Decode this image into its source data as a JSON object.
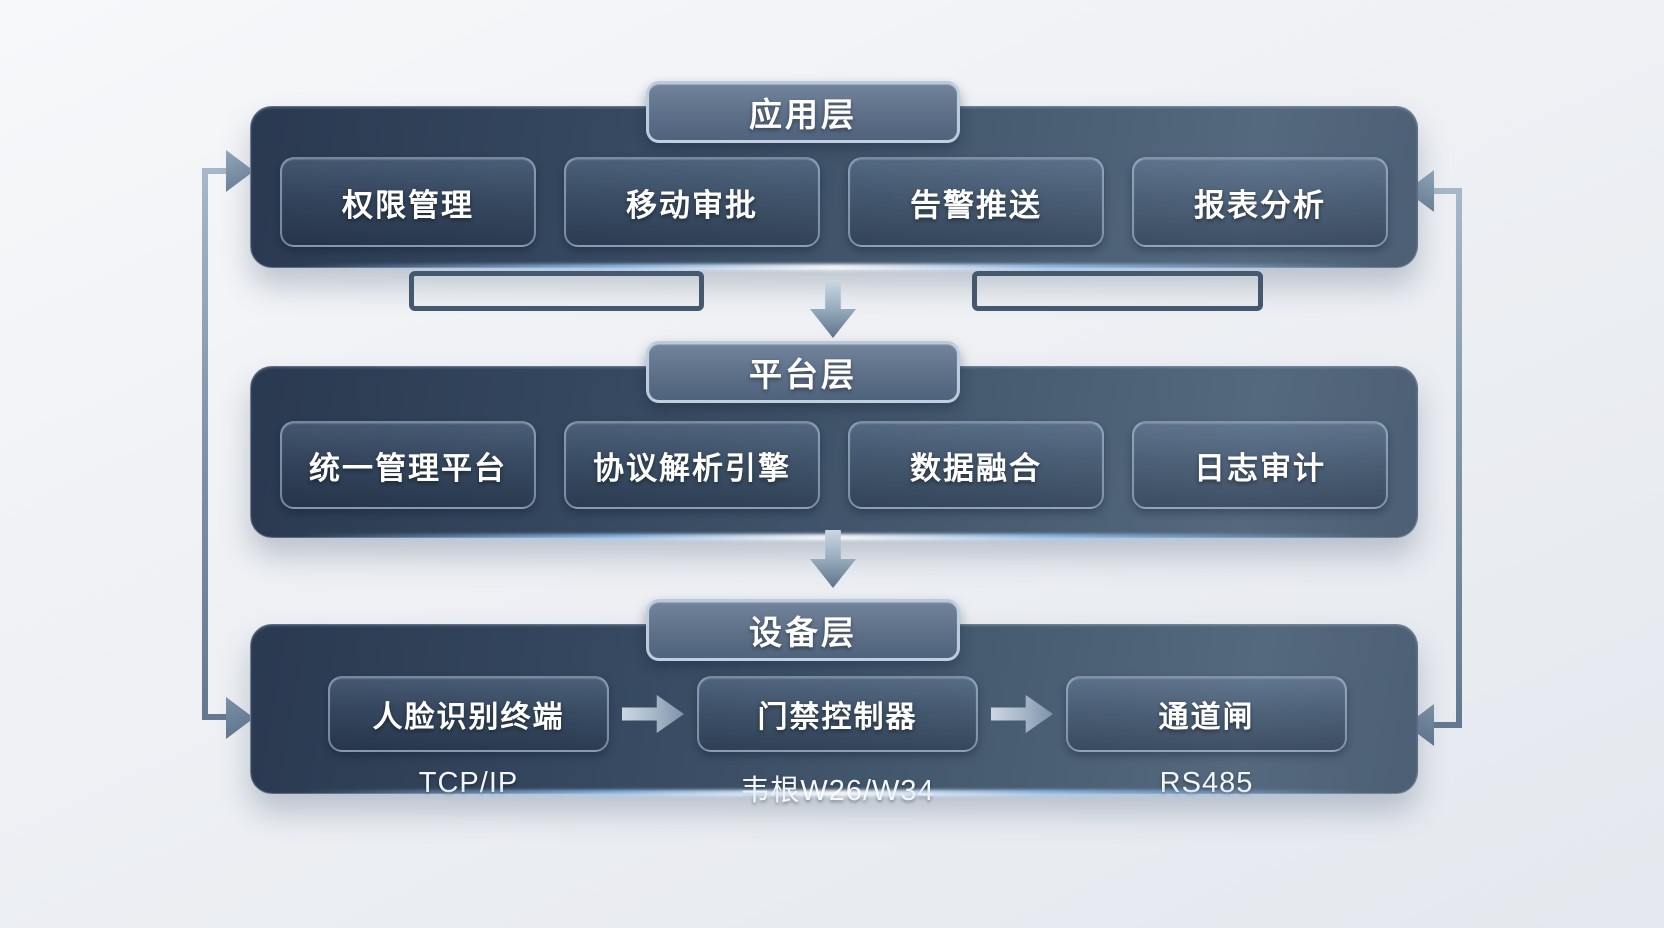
{
  "layers": [
    {
      "title": "应用层",
      "items": [
        "权限管理",
        "移动审批",
        "告警推送",
        "报表分析"
      ]
    },
    {
      "title": "平台层",
      "items": [
        "统一管理平台",
        "协议解析引擎",
        "数据融合",
        "日志审计"
      ]
    },
    {
      "title": "设备层",
      "devices": [
        "人脸识别终端",
        "门禁控制器",
        "通道闸"
      ],
      "protocols": [
        "TCP/IP",
        "韦根W26/W34",
        "RS485"
      ]
    }
  ],
  "colors": {
    "background": "#eef0f4",
    "panel_dark": "#2a3950",
    "panel_light": "#54687e",
    "tab_fill": "#5d7088",
    "tab_border": "#d5e3f1",
    "box_border": "#c3d7eb",
    "connector": "#7e93a8",
    "bracket": "#46586e",
    "text": "#ffffff"
  }
}
